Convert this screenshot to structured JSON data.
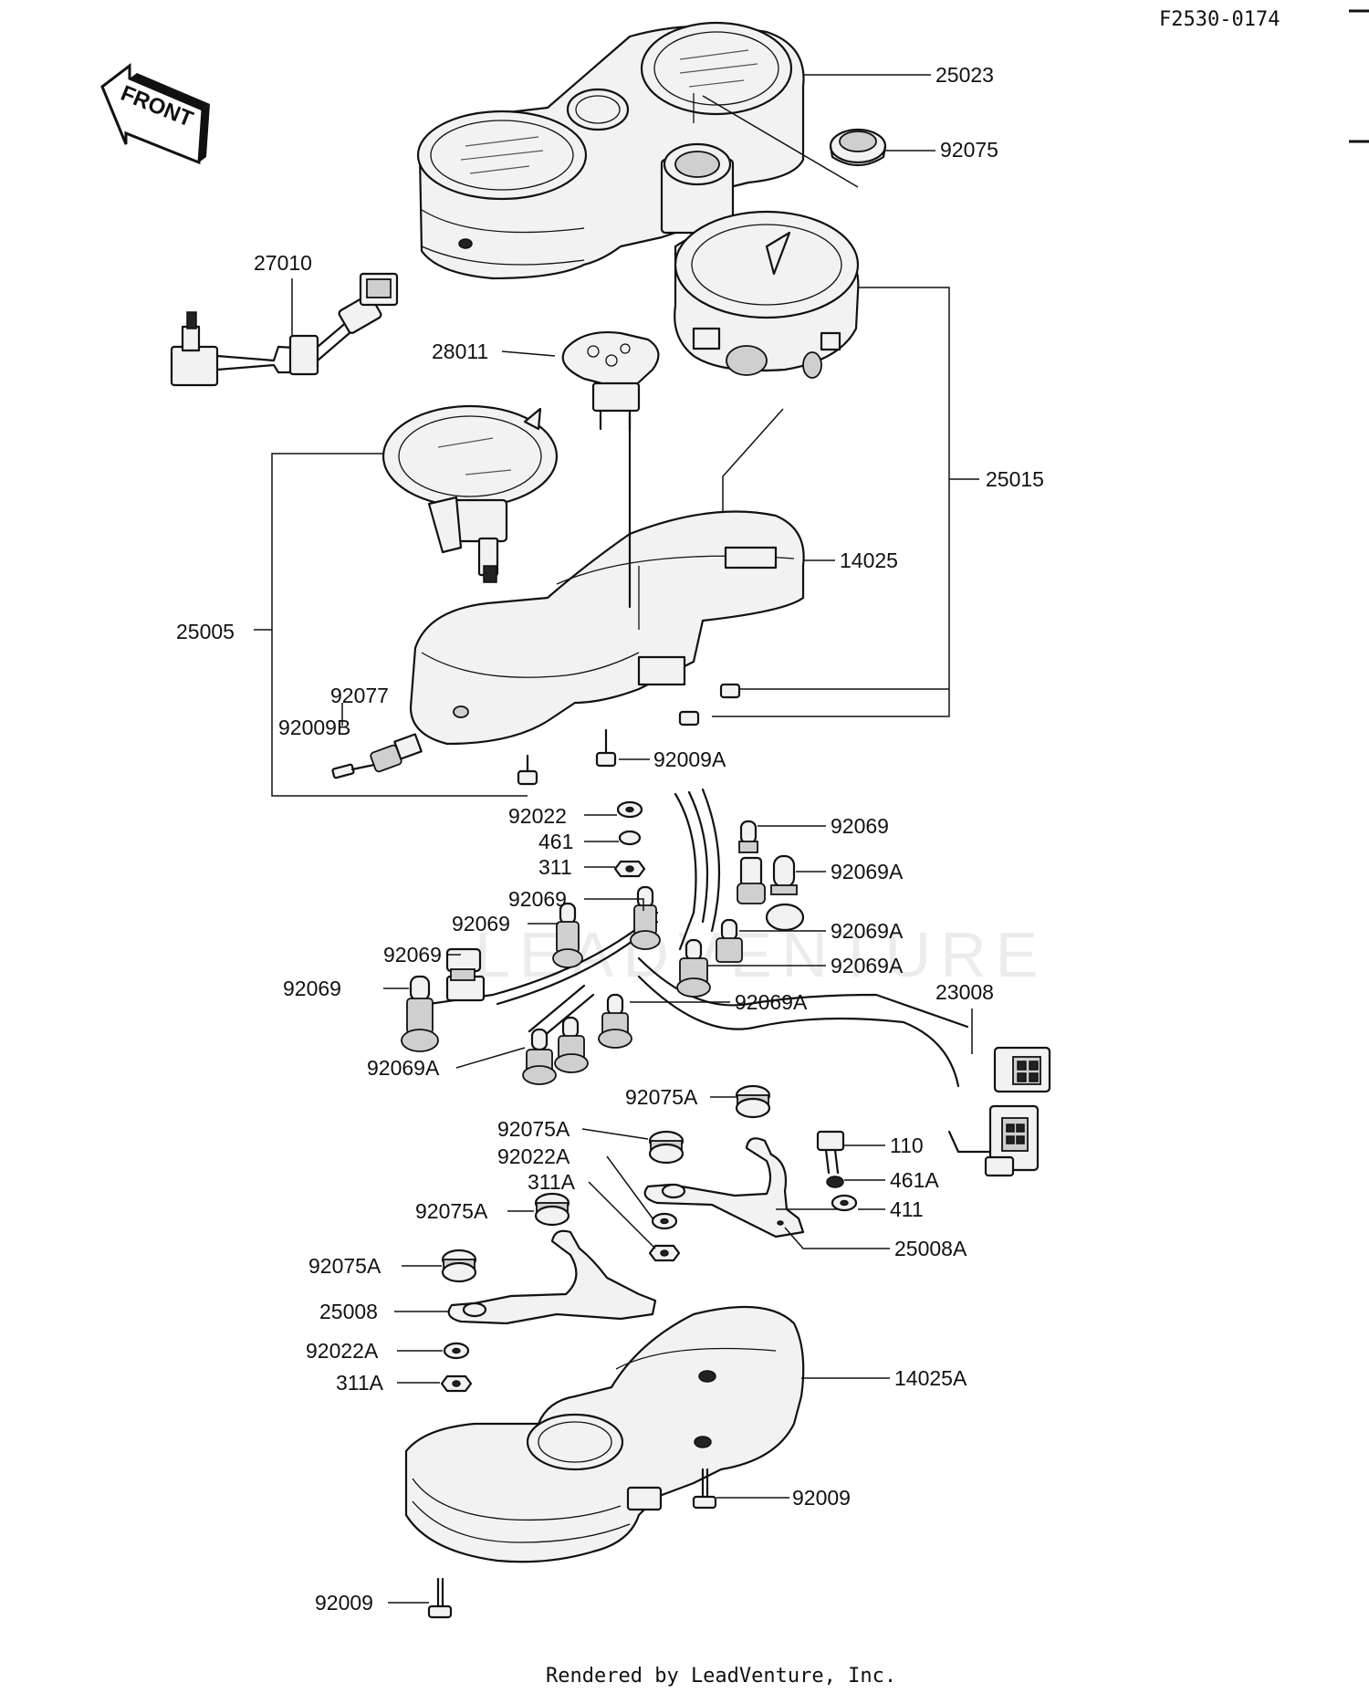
{
  "diagram_id": "F2530-0174",
  "front_label": "FRONT",
  "footer": "Rendered by LeadVenture, Inc.",
  "watermark": "LEADVENTURE",
  "labels": [
    {
      "key": "p25023",
      "text": "25023"
    },
    {
      "key": "p92075",
      "text": "92075"
    },
    {
      "key": "p27010",
      "text": "27010"
    },
    {
      "key": "p28011",
      "text": "28011"
    },
    {
      "key": "p25015",
      "text": "25015"
    },
    {
      "key": "p14025",
      "text": "14025"
    },
    {
      "key": "p25005",
      "text": "25005"
    },
    {
      "key": "p92077",
      "text": "92077"
    },
    {
      "key": "p92009B",
      "text": "92009B"
    },
    {
      "key": "p92009A",
      "text": "92009A"
    },
    {
      "key": "p92022",
      "text": "92022"
    },
    {
      "key": "p461",
      "text": "461"
    },
    {
      "key": "p311",
      "text": "311"
    },
    {
      "key": "p92069_r1",
      "text": "92069"
    },
    {
      "key": "p92069A_r1",
      "text": "92069A"
    },
    {
      "key": "p92069_l1",
      "text": "92069"
    },
    {
      "key": "p92069_l2",
      "text": "92069"
    },
    {
      "key": "p92069A_r2",
      "text": "92069A"
    },
    {
      "key": "p92069_l3",
      "text": "92069"
    },
    {
      "key": "p92069A_r3",
      "text": "92069A"
    },
    {
      "key": "p23008",
      "text": "23008"
    },
    {
      "key": "p92069_l4",
      "text": "92069"
    },
    {
      "key": "p92069A_r4",
      "text": "92069A"
    },
    {
      "key": "p92069A_l5",
      "text": "92069A"
    },
    {
      "key": "p92075A_1",
      "text": "92075A"
    },
    {
      "key": "p92075A_2",
      "text": "92075A"
    },
    {
      "key": "p110",
      "text": "110"
    },
    {
      "key": "p92022A_1",
      "text": "92022A"
    },
    {
      "key": "p461A",
      "text": "461A"
    },
    {
      "key": "p311A_1",
      "text": "311A"
    },
    {
      "key": "p411",
      "text": "411"
    },
    {
      "key": "p92075A_3",
      "text": "92075A"
    },
    {
      "key": "p25008A",
      "text": "25008A"
    },
    {
      "key": "p92075A_4",
      "text": "92075A"
    },
    {
      "key": "p25008",
      "text": "25008"
    },
    {
      "key": "p92022A_2",
      "text": "92022A"
    },
    {
      "key": "p311A_2",
      "text": "311A"
    },
    {
      "key": "p14025A",
      "text": "14025A"
    },
    {
      "key": "p92009_1",
      "text": "92009"
    },
    {
      "key": "p92009_2",
      "text": "92009"
    }
  ]
}
